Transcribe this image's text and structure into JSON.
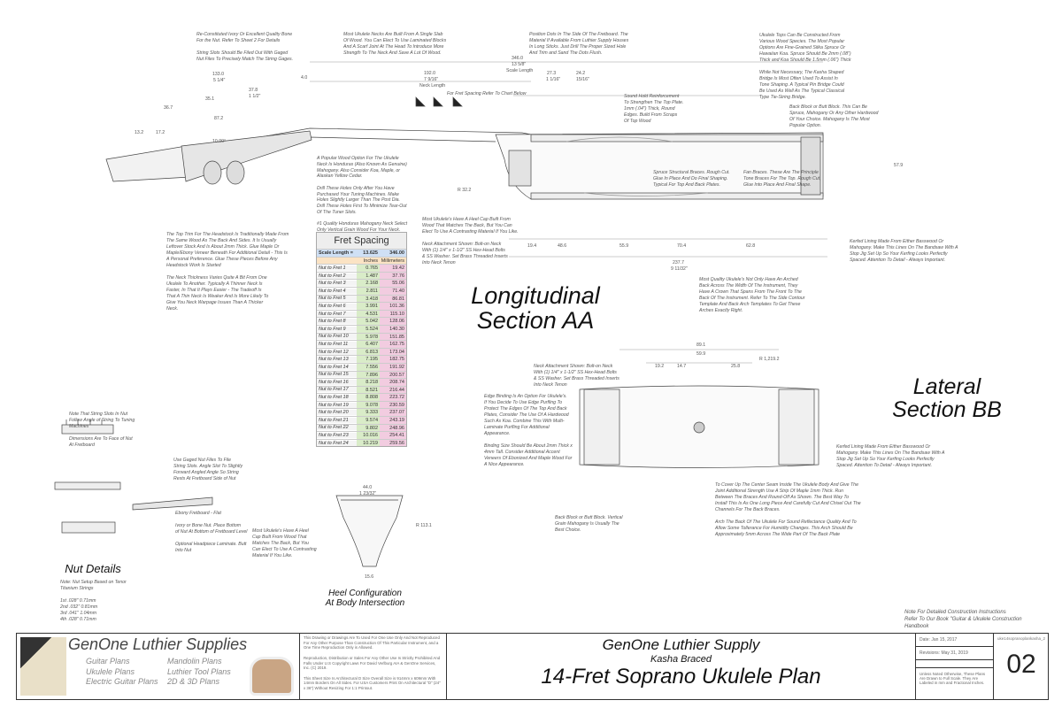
{
  "notes": [
    "Re-Constituted Ivory Or Excellent Quality Bone\nFor the Nut. Refer To Sheet 2 For Details\n\nString Slots Should Be Filed Out With Gaged\nNut Files To Precisely Match The String Gages.",
    "Most Ukulele Necks Are Built From A Single Slab\nOf Wood. You Can Elect To Use Laminated Blocks\nAnd A Scarf Joint At The Head To Introduce More\nStrength To The Neck And Save A Lot Of Wood.",
    "Position Dots In The Side Of The Fretboard. The\nMaterial If Available From Luthier Supply Houses\nIn Long Sticks. Just Drill The Proper Sized Hole\nAnd Trim and Sand The Dots Flush.",
    "Ukulele Tops Can Be Constructed From\nVarious Wood Species. The Most Popular\nOptions Are Fine-Grained Sitka Spruce Or\nHawaiian Koa. Spruce Should Be 2mm (.08\")\nThick and Koa Should Be 1.5mm (.06\") Thick\n\nWhile Not Necessary, The Kasha Shaped\nBridge Is Most Often Used To Assist In\nTone Shaping. A Typical Pin Bridge Could\nBe Used As Well As The Typical Classical\nType Tie-String Bridge.",
    "Sound Hold Reinforcement\nTo Strengthen The Top Plate.\n1mm (.04\") Thick, Round\nEdges. Build From Scraps\nOf Top Wood",
    "Back Block or Butt Block. This Can Be\nSpruce, Mahogany Or Any Other Hardwood\nOf Your Choice. Mahogany Is The Most\nPopular Option.",
    "A Popular Wood Option For The Ukulele\nNeck Is Honduras (Also Known As Genuine)\nMahogany. Also Consider Koa, Maple, or\nAlaskan Yellow Cedar.\n\nDrill These Holes Only After You Have\nPurchased Your Tuning Machines. Make\nHoles Slightly Larger Than The Post Dia.\nDrill These Holes First To Minimize Tear-Out\nOf The Tuner Slots.\n\n#1 Quality Honduras Mahogany Neck Select\nOnly Vertical Grain Wood For Your Neck.",
    "Spruce Structural Braces. Rough Cut.\nGlue In Place And Do Final Shaping.\nTypical For Top And Back Plates.",
    "Fan Braces. These Are The Principle\nTone Braces For The Top. Rough Cut,\nGlue Into Place And Final Shape.",
    "Most Ukulele's Have A Heel Cap Built From\nWood That Matches The Back, But You Can\nElect To Use A Contrasting Material If You Like.\n\nNeck Attachment Shown: Bolt-on Neck\nWith (1) 1/4\" x 1-1/2\" SS Hex-Head Bolts\n& SS Washer. Set Brass Threaded Inserts\nInto Neck Tenon",
    "Kerfed Lining Made From Either Basswood Or\nMahogany. Make This Lines On The Bandsaw With A\nStop Jig Set Up So Your Kerfing Looks Perfectly\nSpaced. Attention To Detail - Always Important.",
    "The Top Trim For The Headstock Is Traditionally Made From\nThe Same Wood As The Back And Sides. It Is Usually\nLeftover Stock And Is About 2mm Thick. Glue Maple Or\nMaple/Ebony Veneer Beneath For Additional Detail - This Is\nA Personal Preference. Glue These Pieces Before Any\nHeadstock Work Is Started\n\nThe Neck Thickness Varies Quite A Bit From One\nUkulele To Another. Typically A Thinner Neck Is\nFaster, In That It Plays Easier - The Tradeoff Is\nThat A Thin Neck Is Weaker And Is More Likely To\nGive You Neck Warpage Issues Than A Thicker\nNeck.",
    "Most Quality Ukulele's Not Only Have An Arched\nBack Across The Width Of The Instrument, They\nHave A Crown That Spans From The Front To The\nBack Of The Instrument. Refer To The Side Contour\nTemplate And Back Arch Templates To Get These\nArches Exactly Right.",
    "Neck Attachment Shown: Bolt-on Neck\nWith (1) 1/4\" x 1-1/2\" SS Hex-Head Bolts\n& SS Washer. Set Brass Threaded Inserts\nInto Neck Tenon",
    "Edge Binding Is An Option For Ukulele's.\nIf You Decide To Use Edge Purfling To\nProtect The Edges Of The Top And Back\nPlates, Consider The Use Of A Hardwood\nSuch As Koa. Combine This With Multi-\nLaminate Purfling For Additional\nAppearance.\n\nBinding Size Should Be About 2mm Thick x\n4mm Tall. Consider Additional Accent\nVeneers Of Ebonized And Maple Wood For\nA Nice Appearance.",
    "Kerfed Lining Made From Either Basswood Or\nMahogany. Make This Lines On The Bandsaw With A\nStop Jig Set Up So Your Kerfing Looks Perfectly\nSpaced. Attention To Detail - Always Important.",
    "To Cover Up The Center Seam Inside The Ukulele Body And Give The\nJoint Additional Strength Use A Strip Of Maple 1mm Thick. Run\nBetween The Braces And Round-Off As Shown. The Best Way To\nInstall This Is As One Long Piece And Carefully Cut And Chisel Out The\nChannels For The Back Braces.\n\nArch The Back Of The Ukulele For Sound Reflectance Quality And To\nAllow Some Tollerance For Humidity Changes. This Arch Should Be\nApproximately 5mm Across The Wide Part Of The Back Plate",
    "Back Block or Butt Block. Vertical\nGrain Mahogany Is Usually The\nBest Choice.",
    "Most Ukulele's Have A Heel\nCap Built From Wood That\nMatches The Back, But You\nCan Elect To Use A Contrasting\nMaterial If You Like.",
    "Note That String Slots In Nut\nFollow Angle of String To Tuning\nMachines\n\nDimensions Are To Face of Nut\nAt Fretboard",
    "Use Gaged Nut Files To File\nString Slots. Angle Slot To Slightly\nForward Angled Angle So String\nRests At Fretboard Side of Nut",
    "Ebony Fretboard - Flat\n\nIvory or Bone Nut. Place Bottom\nof Nut At Bottom of Fretboard Level\n\nOptional Headpiece Laminate. Butt\nInto Nut",
    "Note: Nut Setup Based on Tenor\nTitanium Strings\n\n1st     .028\"   0.71mm\n2nd    .032\"   0.81mm\n3rd     .041\"   1.04mm\n4th     .028\"   0.71mm",
    "Note For Detailed Construction Instructions\nRefer To Our Book \"Guitar & Ukulele Construction\nHandbook",
    "For Fret Spacing Refer To Chart Below"
  ],
  "dimensions": [
    "346.0",
    "13 5/8\"",
    "Scale Length",
    "192.0",
    "7 9/16\"",
    "Neck Length",
    "27.3",
    "1 1/16\"",
    "24.2",
    "15/16\"",
    "133.0",
    "5 1/4\"",
    "37.8",
    "1 1/2\"",
    "35.1",
    "87.2",
    "36.7",
    "10.00°",
    "13.2",
    "17.2",
    "4.0",
    "19.4",
    "48.6",
    "55.9",
    "70.4",
    "62.8",
    "237.7",
    "9 11/32\"",
    "R 32.2",
    "57.9",
    "R 1,219.2",
    "89.1",
    "59.9",
    "19.2",
    "14.7",
    "25.8",
    "44.0",
    "1 23/32\"",
    "R 113.1",
    "15.6",
    "Nut Details"
  ],
  "sections": {
    "longitudinal": "Longitudinal\nSection AA",
    "lateral": "Lateral\nSection BB",
    "heel": "Heel Configuration\nAt Body Intersection",
    "nut": "Nut Details"
  },
  "fret_table": {
    "title": "Fret Spacing",
    "scale_label": "Scale Length =",
    "scale_in": "13.625",
    "scale_mm": "346.00",
    "col_in": "Inches",
    "col_mm": "Millimeters",
    "rows": [
      [
        "Nut to Fret 1",
        "0.765",
        "19.42"
      ],
      [
        "Nut to Fret 2",
        "1.487",
        "37.76"
      ],
      [
        "Nut to Fret 3",
        "2.168",
        "55.06"
      ],
      [
        "Nut to Fret 4",
        "2.811",
        "71.40"
      ],
      [
        "Nut to Fret 5",
        "3.418",
        "86.81"
      ],
      [
        "Nut to Fret 6",
        "3.991",
        "101.36"
      ],
      [
        "Nut to Fret 7",
        "4.531",
        "115.10"
      ],
      [
        "Nut to Fret 8",
        "5.042",
        "128.06"
      ],
      [
        "Nut to Fret 9",
        "5.524",
        "140.30"
      ],
      [
        "Nut to Fret 10",
        "5.978",
        "151.85"
      ],
      [
        "Nut to Fret 11",
        "6.407",
        "162.75"
      ],
      [
        "Nut to Fret 12",
        "6.813",
        "173.04"
      ],
      [
        "Nut to Fret 13",
        "7.195",
        "182.75"
      ],
      [
        "Nut to Fret 14",
        "7.556",
        "191.92"
      ],
      [
        "Nut to Fret 15",
        "7.896",
        "200.57"
      ],
      [
        "Nut to Fret 16",
        "8.218",
        "208.74"
      ],
      [
        "Nut to Fret 17",
        "8.521",
        "216.44"
      ],
      [
        "Nut to Fret 18",
        "8.808",
        "223.72"
      ],
      [
        "Nut to Fret 19",
        "9.078",
        "230.59"
      ],
      [
        "Nut to Fret 20",
        "9.333",
        "237.07"
      ],
      [
        "Nut to Fret 21",
        "9.574",
        "243.19"
      ],
      [
        "Nut to Fret 22",
        "9.802",
        "248.96"
      ],
      [
        "Nut to Fret 23",
        "10.016",
        "254.41"
      ],
      [
        "Nut to Fret 24",
        "10.219",
        "259.56"
      ]
    ]
  },
  "title_block": {
    "logo": "GenOne Luthier Supplies",
    "links": [
      "Guitar Plans",
      "Ukulele Plans",
      "Electric Guitar Plans",
      "Mandolin Plans",
      "Luthier Tool Plans",
      "2D & 3D Plans"
    ],
    "legal": "This Drawing or Drawings Are To Used For One Use Only And Not Reproduced For Any Other Purpose Than Construction Of This Particular Instrument, and a One Time Reproduction Only is Allowed.\n\nReproduction, Distribution or Sales For Any Other Use Is Strictly Prohibited And Falls Under U.S Copyright Laws For David Verlburg AIA & GenOne Services, Inc. (C) 2019.\n\nThis Sheet Size Is Architectural D Size Overall Size is 914mm x 609mm With 14mm Borders On All Sides. For USA Customers Print On Architectural \"D\" (24\" x 36\") Without Resizing For 1:1 Printout.",
    "company": "GenOne Luthier Supply",
    "subtitle": "Kasha Braced",
    "plan_title": "14-Fret Soprano Ukulele Plan",
    "date": "Date: Jan 15, 2017",
    "revisions": "Revisions: May 31, 2019",
    "scale_note": "Unless Noted Otherwise, These Plans Are Drawn to Full Scale. They Are Labeled in mm and Fractional Inches.",
    "file": "uke14sopranoplankasha_2",
    "sheet": "02"
  }
}
